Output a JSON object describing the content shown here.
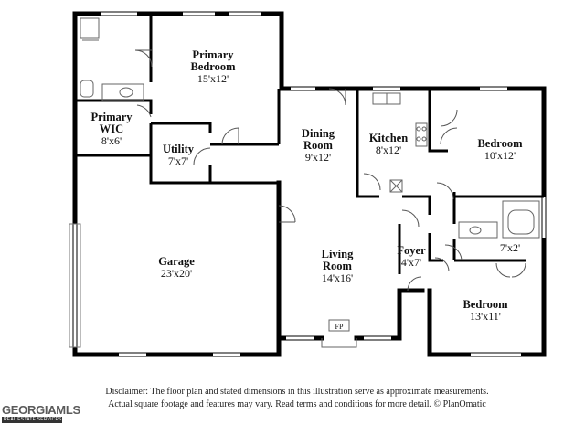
{
  "rooms": {
    "primary_bedroom": {
      "name_line1": "Primary",
      "name_line2": "Bedroom",
      "dims": "15'x12'"
    },
    "primary_wic": {
      "name_line1": "Primary",
      "name_line2": "WIC",
      "dims": "8'x6'"
    },
    "utility": {
      "name": "Utility",
      "dims": "7'x7'"
    },
    "dining_room": {
      "name_line1": "Dining",
      "name_line2": "Room",
      "dims": "9'x12'"
    },
    "kitchen": {
      "name": "Kitchen",
      "dims": "8'x12'"
    },
    "bedroom_2": {
      "name": "Bedroom",
      "dims": "10'x12'"
    },
    "garage": {
      "name": "Garage",
      "dims": "23'x20'"
    },
    "living_room": {
      "name_line1": "Living",
      "name_line2": "Room",
      "dims": "14'x16'"
    },
    "foyer": {
      "name": "Foyer",
      "dims": "4'x7'"
    },
    "closet": {
      "dims": "7'x2'"
    },
    "bedroom_3": {
      "name": "Bedroom",
      "dims": "13'x11'"
    },
    "fireplace": {
      "label": "FP"
    }
  },
  "disclaimer": {
    "line1": "Disclaimer: The floor plan and stated dimensions in this illustration serve as approximate measurements.",
    "line2": "Actual square footage and features may vary. Read terms and conditions for more detail. © PlanOmatic"
  },
  "logo": {
    "wordmark": "GEORGIAMLS",
    "tagline": "REAL ESTATE SERVICES"
  },
  "colors": {
    "wall": "#000000",
    "fixture": "#777777",
    "background": "#ffffff"
  }
}
